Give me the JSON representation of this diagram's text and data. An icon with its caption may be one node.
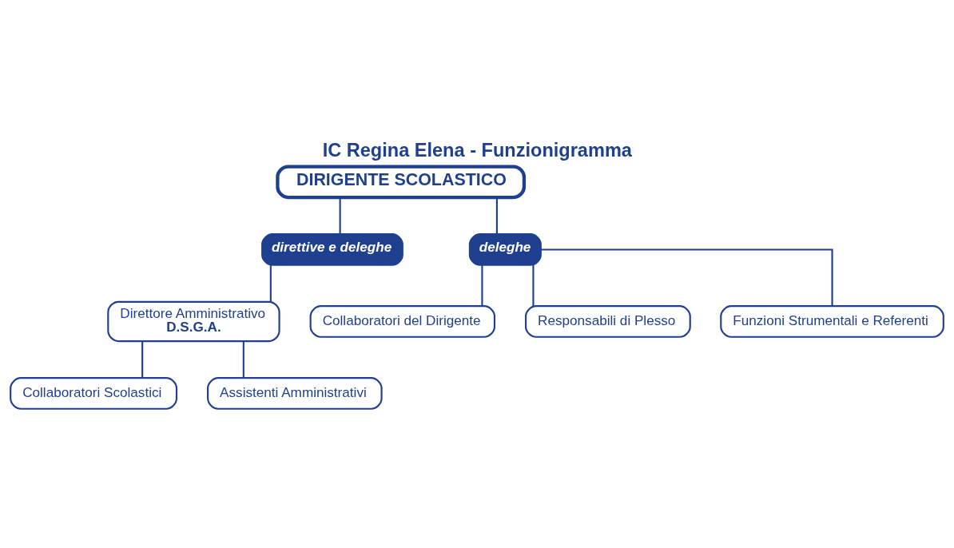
{
  "diagram": {
    "title": "IC Regina Elena - Funzionigramma",
    "nodes": [
      {
        "text": [
          "DIRIGENTE SCOLASTICO"
        ]
      },
      {
        "text": [
          "direttive e deleghe"
        ]
      },
      {
        "text": [
          "deleghe"
        ]
      },
      {
        "text": [
          "Direttore Amministrativo",
          "D.S.G.A."
        ]
      },
      {
        "text": [
          "Collaboratori Scolastici"
        ]
      },
      {
        "text": [
          "Assistenti Amministrativi"
        ]
      },
      {
        "text": [
          "Collaboratori del Dirigente"
        ]
      },
      {
        "text": [
          "Responsabili di Plesso"
        ]
      },
      {
        "text": [
          "Funzioni Strumentali e Referenti"
        ]
      }
    ],
    "edges": [
      {
        "from": 0,
        "to": 1,
        "arrow": "none"
      },
      {
        "from": 0,
        "to": 2,
        "arrow": "none"
      },
      {
        "from": 1,
        "to": 3,
        "arrow": "none"
      },
      {
        "from": 3,
        "to": 4,
        "arrow": "none"
      },
      {
        "from": 3,
        "to": 5,
        "arrow": "none"
      },
      {
        "from": 2,
        "to": 6,
        "arrow": "none"
      },
      {
        "from": 2,
        "to": 7,
        "arrow": "none"
      },
      {
        "from": 2,
        "to": 8,
        "arrow": "none"
      }
    ]
  }
}
